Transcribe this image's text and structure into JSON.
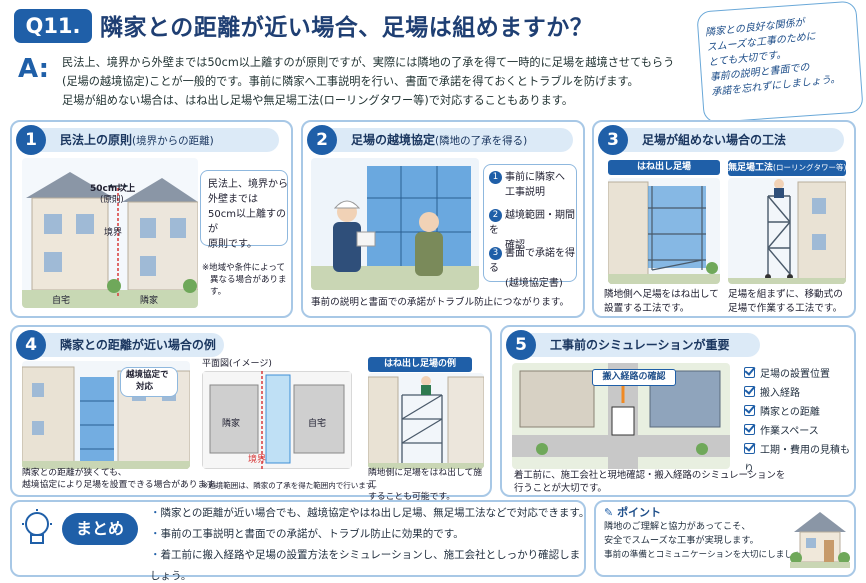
{
  "header": {
    "badge": "Q11.",
    "title": "隣家との距離が近い場合、足場は組めますか？"
  },
  "answer": {
    "mark": "A:",
    "lines": [
      "民法上、境界から外壁までは50cm以上離すのが原則ですが、実際には隣地の了承を得て一時的に足場を越境させてもらう",
      "(足場の越境協定)ことが一般的です。事前に隣家へ工事説明を行い、書面で承諾を得ておくとトラブルを防げます。",
      "足場が組めない場合は、はね出し足場や無足場工法(ローリングタワー等)で対応することもあります。"
    ]
  },
  "note": {
    "lines": [
      "隣家との良好な関係が",
      "スムーズな工事のために",
      "とても大切です。",
      "事前の説明と書面での",
      "承諾を忘れずにしましょう。"
    ]
  },
  "panel1": {
    "num": "1",
    "title": "民法上の原則",
    "subtitle": "(境界からの距離)",
    "dim_label": "50cm以上",
    "dim_sub": "(原則)",
    "boundary": "境界",
    "left_house": "自宅",
    "right_house": "隣家",
    "text": [
      "民法上、境界から",
      "外壁までは",
      "50cm以上離すのが",
      "原則です。"
    ],
    "note": [
      "※地域や条件によって",
      "異なる場合があります。"
    ]
  },
  "panel2": {
    "num": "2",
    "title": "足場の越境協定",
    "subtitle": "(隣地の了承を得る)",
    "steps": [
      {
        "n": "1",
        "lines": [
          "事前に隣家へ",
          "工事説明"
        ]
      },
      {
        "n": "2",
        "lines": [
          "越境範囲・期間を",
          "確認"
        ]
      },
      {
        "n": "3",
        "lines": [
          "書面で承諾を得る",
          "(越境協定書)"
        ]
      }
    ],
    "caption": "事前の説明と書面での承諾がトラブル防止につながります。"
  },
  "panel3": {
    "num": "3",
    "title": "足場が組めない場合の工法",
    "tag1": "はね出し足場",
    "tag2": "無足場工法",
    "tag2_sub": "(ローリングタワー等)",
    "cap1": [
      "隣地側へ足場をはね出して",
      "設置する工法です。"
    ],
    "cap2": [
      "足場を組まずに、移動式の",
      "足場で作業する工法です。"
    ]
  },
  "panel4": {
    "num": "4",
    "title": "隣家との距離が近い場合の例",
    "callout": [
      "越境協定で",
      "対応"
    ],
    "plan_label": "平面図(イメージ)",
    "plan_left": "隣家",
    "plan_right": "自宅",
    "plan_boundary": "境界",
    "tag": "はね出し足場の例",
    "cap1": [
      "隣家との距離が狭くても、",
      "越境協定により足場を設置できる場合があります。"
    ],
    "cap2": "※越境範囲は、隣家の了承を得た範囲内で行います。",
    "cap3": [
      "隣地側に足場をはね出して施工",
      "することも可能です。"
    ]
  },
  "panel5": {
    "num": "5",
    "title": "工事前のシミュレーションが重要",
    "route_label": "搬入経路の確認",
    "checks": [
      "足場の設置位置",
      "搬入経路",
      "隣家との距離",
      "作業スペース",
      "工期・費用の見積もり"
    ],
    "caption": [
      "着工前に、施工会社と現地確認・搬入経路のシミュレーションを",
      "行うことが大切です。"
    ]
  },
  "summary": {
    "label": "まとめ",
    "items": [
      "隣家との距離が近い場合でも、越境協定やはね出し足場、無足場工法などで対応できます。",
      "事前の工事説明と書面での承諾が、トラブル防止に効果的です。",
      "着工前に搬入経路や足場の設置方法をシミュレーションし、施工会社としっかり確認しましょう。"
    ],
    "point_title": "ポイント",
    "point_lines": [
      "隣地のご理解と協力があってこそ、",
      "安全でスムーズな工事が実現します。",
      "事前の準備とコミュニケーションを大切にしましょう。"
    ]
  },
  "colors": {
    "primary": "#1f5fa8",
    "scaffold": "#3d8fd6",
    "boundary": "#d83a3a",
    "panel_border": "#a8c8e6"
  }
}
